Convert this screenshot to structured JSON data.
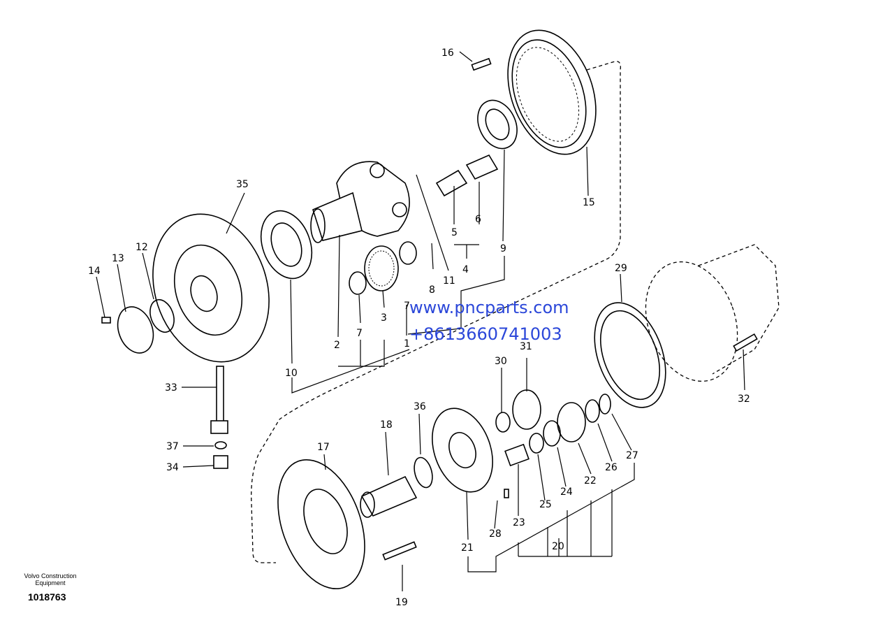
{
  "watermark": {
    "url": "www.pncparts.com",
    "phone": "+8613660741003",
    "color": "#2b47d9"
  },
  "caption": {
    "company": "Volvo Construction Equipment",
    "drawing_number": "1018763"
  },
  "part_numbers": {
    "p1": "1",
    "p2": "2",
    "p3": "3",
    "p4": "4",
    "p5": "5",
    "p6": "6",
    "p7a": "7",
    "p7b": "7",
    "p8": "8",
    "p9": "9",
    "p10": "10",
    "p11": "11",
    "p12": "12",
    "p13": "13",
    "p14": "14",
    "p15": "15",
    "p16": "16",
    "p17": "17",
    "p18": "18",
    "p19": "19",
    "p20": "20",
    "p21": "21",
    "p22": "22",
    "p23": "23",
    "p24": "24",
    "p25": "25",
    "p26": "26",
    "p27": "27",
    "p28": "28",
    "p29": "29",
    "p30": "30",
    "p31": "31",
    "p32": "32",
    "p33": "33",
    "p34": "34",
    "p35": "35",
    "p36": "36",
    "p37": "37"
  }
}
